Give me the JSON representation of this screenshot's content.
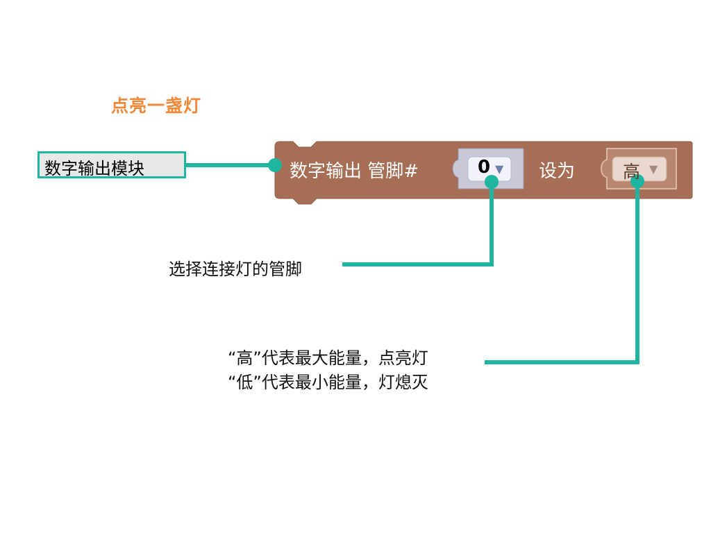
{
  "title": "点亮一盏灯",
  "module_label": "数字输出模块",
  "block": {
    "label": "数字输出 管脚#",
    "pin_value": "0",
    "set_label": "设为",
    "level_value": "高",
    "dropdown_arrow": "▼",
    "block_color": "#a56e55"
  },
  "annotations": {
    "pin_note": "选择连接灯的管脚",
    "level_note_high": "“高”代表最大能量，点亮灯",
    "level_note_low": "“低”代表最小能量，灯熄灭"
  },
  "colors": {
    "accent": "#1fb5a0",
    "title": "#f0883a"
  },
  "icons": {
    "dropdown": "triangle-down-icon"
  }
}
